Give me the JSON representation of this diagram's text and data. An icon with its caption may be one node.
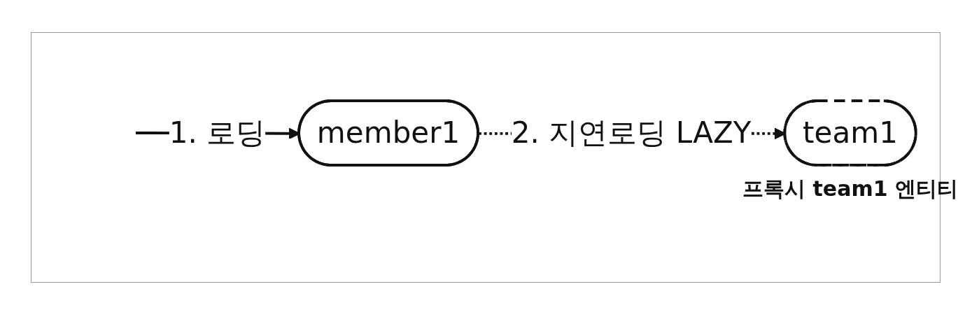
{
  "diagram": {
    "nodes": [
      {
        "text": [
          "member1"
        ]
      },
      {
        "text": [
          "team1"
        ],
        "beside": [
          "프록시 team1 엔티티"
        ]
      }
    ],
    "edges": [
      {
        "from": null,
        "to": 0,
        "arrow": "to",
        "label": "1. 로딩"
      },
      {
        "from": 0,
        "to": 1,
        "arrow": "to",
        "label": "2. 지연로딩 LAZY",
        "style": "dashed"
      }
    ]
  }
}
